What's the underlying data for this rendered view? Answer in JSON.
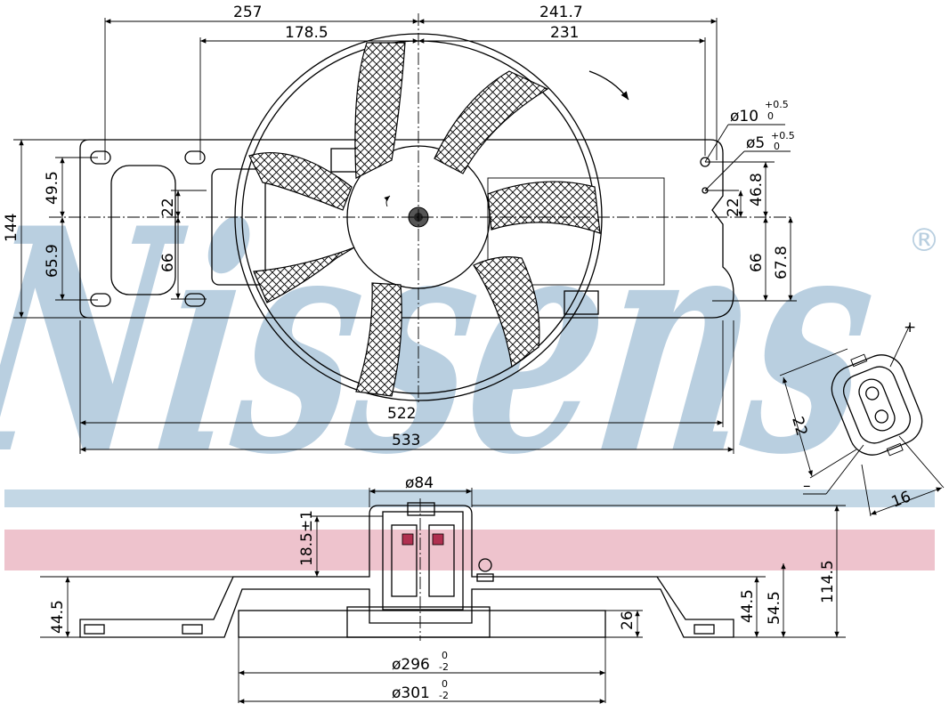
{
  "brand": {
    "logo_text": "Nissens",
    "registered_mark": "®"
  },
  "colors": {
    "logo": "#b9cfe0",
    "band_blue": "#c3d7e5",
    "band_pink": "#eec3cd",
    "line": "#000000"
  },
  "top_view": {
    "dims": {
      "left_half": "257",
      "right_half": "241.7",
      "left_inner": "178.5",
      "right_inner": "231",
      "overall_height": "144",
      "upper_left": "49.5",
      "lower_left": "65.9",
      "left_slot_upper": "22",
      "left_slot_lower": "66",
      "right_upper": "46.8",
      "right_slot_upper": "22",
      "right_slot_lower": "66",
      "right_lower": "67.8",
      "bottom_inner": "522",
      "bottom_overall": "533",
      "hole_large": "ø10",
      "hole_large_tol_upper": "+0.5",
      "hole_large_tol_lower": "0",
      "hole_small": "ø5",
      "hole_small_tol_upper": "+0.5",
      "hole_small_tol_lower": "0"
    }
  },
  "connector_view": {
    "plus": "+",
    "minus": "–",
    "dim_height": "22",
    "dim_width": "16"
  },
  "side_view": {
    "dims": {
      "hub": "ø84",
      "shaft": "18.5±1",
      "left_height": "44.5",
      "right_inner_height": "44.5",
      "right_height": "54.5",
      "total_height": "114.5",
      "fan_depth": "26",
      "fan_inner": "ø296",
      "fan_inner_tol_upper": "0",
      "fan_inner_tol_lower": "-2",
      "fan_outer": "ø301",
      "fan_outer_tol_upper": "0",
      "fan_outer_tol_lower": "-2"
    }
  }
}
